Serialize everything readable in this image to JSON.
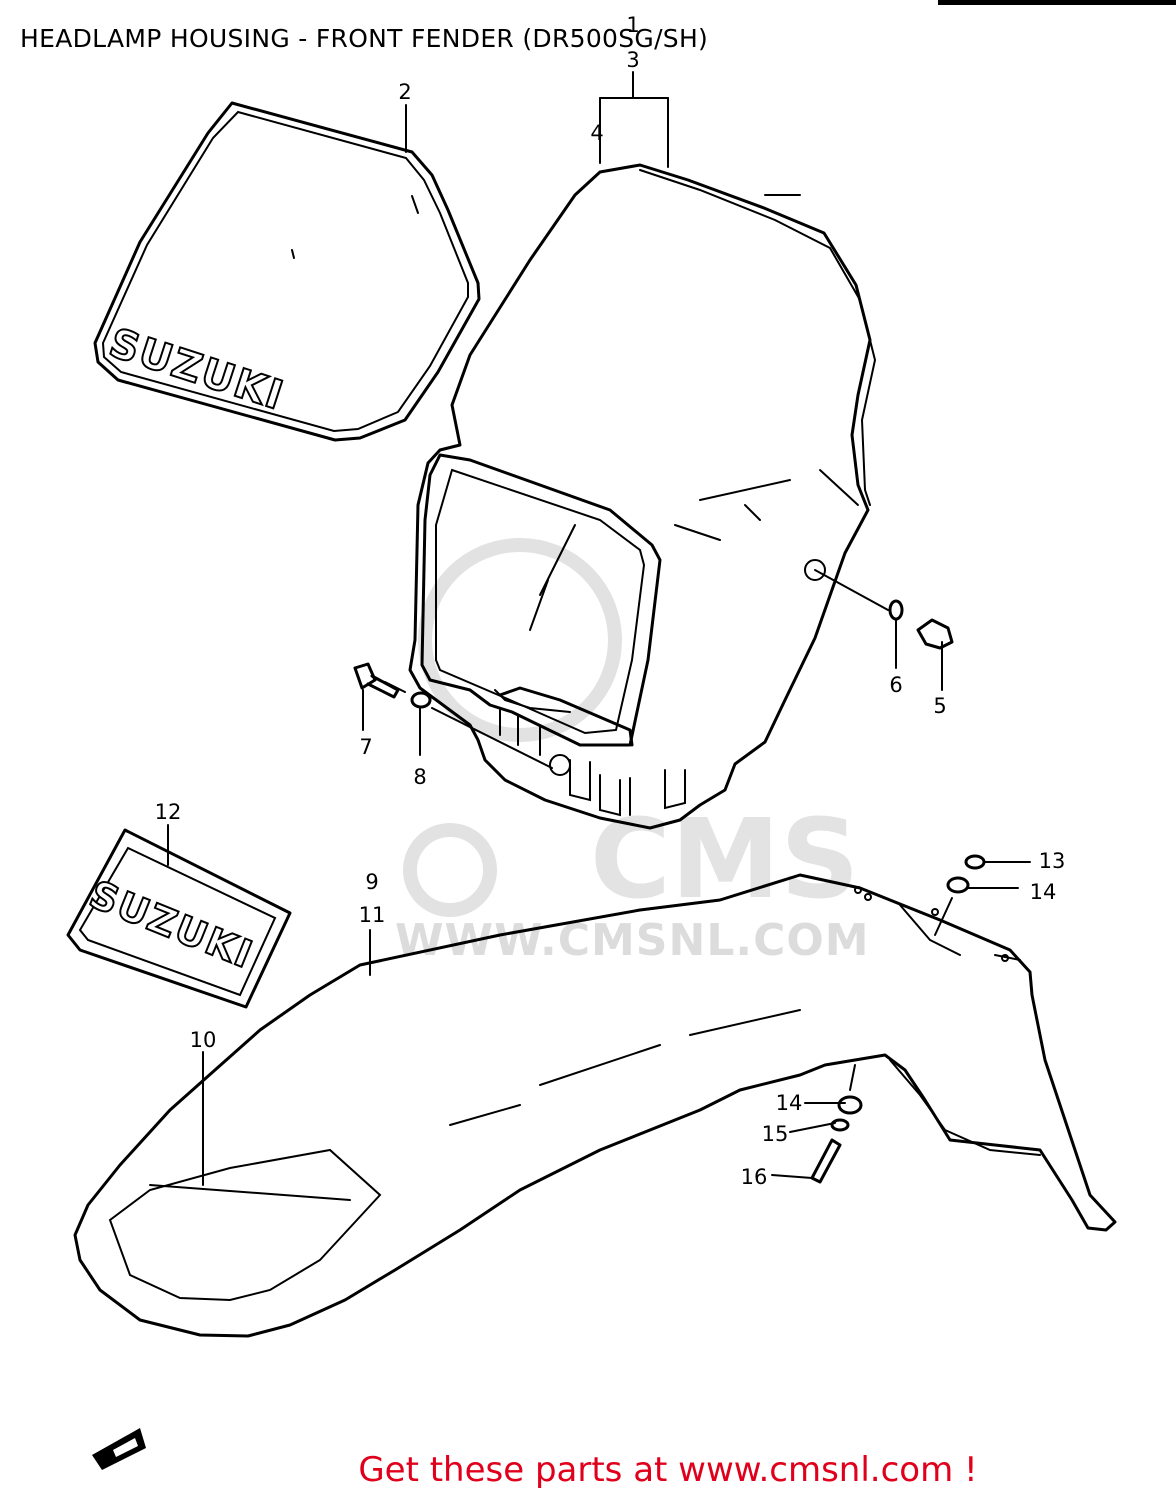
{
  "title": "HEADLAMP HOUSING - FRONT FENDER (DR500SG/SH)",
  "footer": "Get these parts at www.cmsnl.com !",
  "colors": {
    "footer_text": "#e0001b",
    "line": "#000000",
    "watermark": "#dcdcdc"
  },
  "watermark": {
    "text": "WWW.CMSNL.COM",
    "logo": "CMS"
  },
  "decals": {
    "headlamp_number_plate": "SUZUKI",
    "fender_decal": "SUZUKI"
  },
  "callouts": [
    {
      "id": "c1",
      "label": "1"
    },
    {
      "id": "c3",
      "label": "3"
    },
    {
      "id": "c2",
      "label": "2"
    },
    {
      "id": "c4",
      "label": "4"
    },
    {
      "id": "c6",
      "label": "6"
    },
    {
      "id": "c5",
      "label": "5"
    },
    {
      "id": "c7",
      "label": "7"
    },
    {
      "id": "c8",
      "label": "8"
    },
    {
      "id": "c12",
      "label": "12"
    },
    {
      "id": "c9",
      "label": "9"
    },
    {
      "id": "c11",
      "label": "11"
    },
    {
      "id": "c13",
      "label": "13"
    },
    {
      "id": "c14a",
      "label": "14"
    },
    {
      "id": "c10",
      "label": "10"
    },
    {
      "id": "c14b",
      "label": "14"
    },
    {
      "id": "c15",
      "label": "15"
    },
    {
      "id": "c16",
      "label": "16"
    }
  ]
}
